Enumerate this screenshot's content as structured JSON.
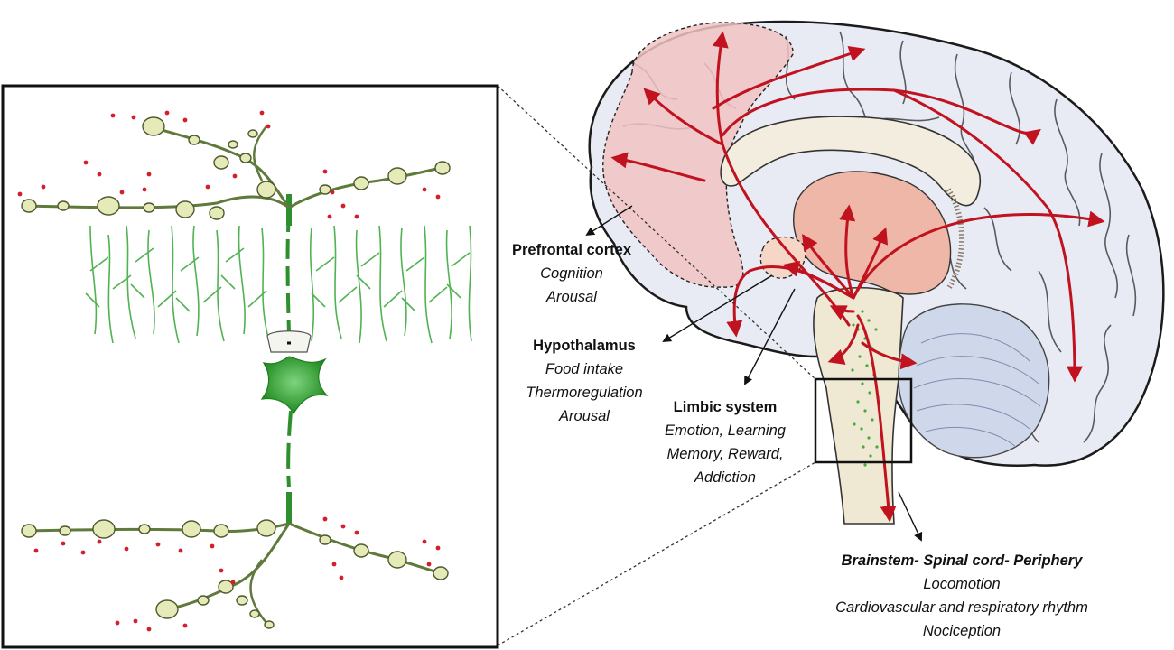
{
  "colors": {
    "arrow": "#c1121f",
    "neuron": "#3faa3f",
    "neuron_dark": "#1f7d1f",
    "varicosity": "#e6eab8",
    "dots": "#d21f2a",
    "prefrontal": "#f1c3c3",
    "limbic": "#efb7a7",
    "brain_fill": "#e8ebf4",
    "cerebellum": "#cfd8ea"
  },
  "labels": {
    "prefrontal": {
      "title": "Prefrontal cortex",
      "lines": [
        "Cognition",
        "Arousal"
      ]
    },
    "hypothalamus": {
      "title": "Hypothalamus",
      "lines": [
        "Food intake",
        "Thermoregulation",
        "Arousal"
      ]
    },
    "limbic": {
      "title": "Limbic system",
      "lines": [
        "Emotion, Learning",
        "Memory, Reward,",
        "Addiction"
      ]
    },
    "brainstem": {
      "title": "Brainstem- Spinal cord- Periphery",
      "lines": [
        "Locomotion",
        "Cardiovascular and respiratory rhythm",
        "Nociception"
      ]
    }
  }
}
